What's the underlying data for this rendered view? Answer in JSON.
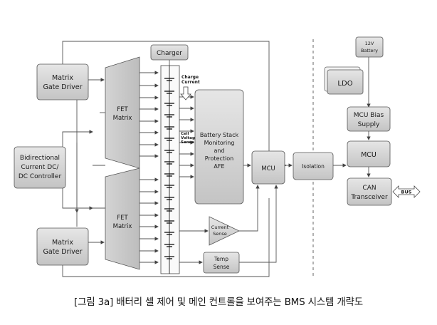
{
  "diagram": {
    "blocks": {
      "charger": "Charger",
      "gate_driver_top": [
        "Matrix",
        "Gate Driver"
      ],
      "gate_driver_bottom": [
        "Matrix",
        "Gate Driver"
      ],
      "dcdc": [
        "Bidirectional",
        "Current DC/",
        "DC Controller"
      ],
      "fet_top": [
        "FET",
        "Matrix"
      ],
      "fet_bottom": [
        "FET",
        "Matrix"
      ],
      "afe": [
        "Battery Stack",
        "Monitoring",
        "and",
        "Protection",
        "AFE"
      ],
      "mcu_left": "MCU",
      "isolation": "Isolation",
      "current_sense": [
        "Current",
        "Sense"
      ],
      "temp_sense": [
        "Temp",
        "Sense"
      ],
      "battery_12v": [
        "12V",
        "Battery"
      ],
      "ldo": "LDO",
      "mcu_bias": [
        "MCU Bias",
        "Supply"
      ],
      "mcu_right": "MCU",
      "can": [
        "CAN",
        "Transceiver"
      ],
      "bus": "BUS"
    },
    "annotations": {
      "charge_current": [
        "Charge",
        "Current"
      ],
      "cell_voltage": [
        "Cell",
        "Voltage",
        "Sense"
      ]
    }
  },
  "caption": "[그림 3a] 배터리 셀 제어 및 메인 컨트롤을 보여주는 BMS 시스템 개략도"
}
